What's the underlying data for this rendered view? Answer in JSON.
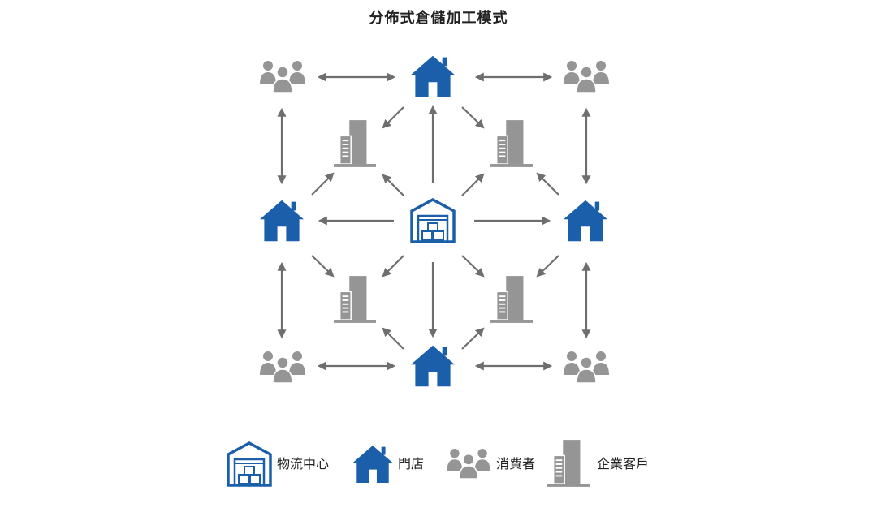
{
  "title": "分佈式倉儲加工模式",
  "legend": {
    "distribution_center": "物流中心",
    "store": "門店",
    "consumer": "消費者",
    "enterprise_client": "企業客戶"
  },
  "colors": {
    "blue": "#1B5FAA",
    "gray": "#959595",
    "arrow": "#6E6E6E"
  }
}
